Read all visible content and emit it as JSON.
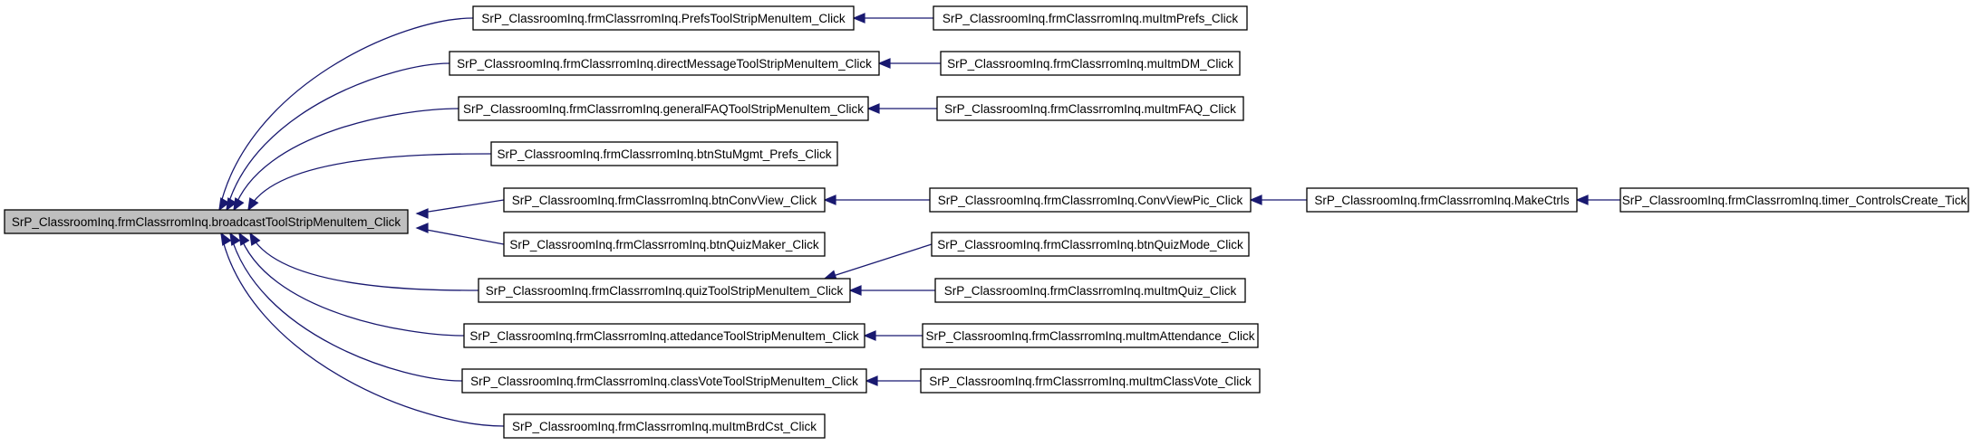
{
  "graph": {
    "nodes": [
      {
        "id": "broadcast",
        "label": "SrP_ClassroomInq.frmClassrromInq.broadcastToolStripMenuItem_Click"
      },
      {
        "id": "prefs",
        "label": "SrP_ClassroomInq.frmClassrromInq.PrefsToolStripMenuItem_Click"
      },
      {
        "id": "directmsg",
        "label": "SrP_ClassroomInq.frmClassrromInq.directMessageToolStripMenuItem_Click"
      },
      {
        "id": "generalfaq",
        "label": "SrP_ClassroomInq.frmClassrromInq.generalFAQToolStripMenuItem_Click"
      },
      {
        "id": "stumgmt",
        "label": "SrP_ClassroomInq.frmClassrromInq.btnStuMgmt_Prefs_Click"
      },
      {
        "id": "convview",
        "label": "SrP_ClassroomInq.frmClassrromInq.btnConvView_Click"
      },
      {
        "id": "quizmaker",
        "label": "SrP_ClassroomInq.frmClassrromInq.btnQuizMaker_Click"
      },
      {
        "id": "quiztsmi",
        "label": "SrP_ClassroomInq.frmClassrromInq.quizToolStripMenuItem_Click"
      },
      {
        "id": "attendance",
        "label": "SrP_ClassroomInq.frmClassrromInq.attedanceToolStripMenuItem_Click"
      },
      {
        "id": "classvote",
        "label": "SrP_ClassroomInq.frmClassrromInq.classVoteToolStripMenuItem_Click"
      },
      {
        "id": "mubrdcst",
        "label": "SrP_ClassroomInq.frmClassrromInq.muItmBrdCst_Click"
      },
      {
        "id": "muprefs",
        "label": "SrP_ClassroomInq.frmClassrromInq.muItmPrefs_Click"
      },
      {
        "id": "mudm",
        "label": "SrP_ClassroomInq.frmClassrromInq.muItmDM_Click"
      },
      {
        "id": "mufaq",
        "label": "SrP_ClassroomInq.frmClassrromInq.muItmFAQ_Click"
      },
      {
        "id": "convviewpic",
        "label": "SrP_ClassroomInq.frmClassrromInq.ConvViewPic_Click"
      },
      {
        "id": "quizmode",
        "label": "SrP_ClassroomInq.frmClassrromInq.btnQuizMode_Click"
      },
      {
        "id": "muquiz",
        "label": "SrP_ClassroomInq.frmClassrromInq.muItmQuiz_Click"
      },
      {
        "id": "muattendance",
        "label": "SrP_ClassroomInq.frmClassrromInq.muItmAttendance_Click"
      },
      {
        "id": "muclassvote",
        "label": "SrP_ClassroomInq.frmClassrromInq.muItmClassVote_Click"
      },
      {
        "id": "makectrls",
        "label": "SrP_ClassroomInq.frmClassrromInq.MakeCtrls"
      },
      {
        "id": "timer",
        "label": "SrP_ClassroomInq.frmClassrromInq.timer_ControlsCreate_Tick"
      }
    ],
    "edges": [
      {
        "from": "prefs",
        "to": "broadcast"
      },
      {
        "from": "directmsg",
        "to": "broadcast"
      },
      {
        "from": "generalfaq",
        "to": "broadcast"
      },
      {
        "from": "stumgmt",
        "to": "broadcast"
      },
      {
        "from": "convview",
        "to": "broadcast"
      },
      {
        "from": "quizmaker",
        "to": "broadcast"
      },
      {
        "from": "quiztsmi",
        "to": "broadcast"
      },
      {
        "from": "attendance",
        "to": "broadcast"
      },
      {
        "from": "classvote",
        "to": "broadcast"
      },
      {
        "from": "mubrdcst",
        "to": "broadcast"
      },
      {
        "from": "muprefs",
        "to": "prefs"
      },
      {
        "from": "mudm",
        "to": "directmsg"
      },
      {
        "from": "mufaq",
        "to": "generalfaq"
      },
      {
        "from": "convviewpic",
        "to": "convview"
      },
      {
        "from": "quizmode",
        "to": "quiztsmi"
      },
      {
        "from": "muquiz",
        "to": "quiztsmi"
      },
      {
        "from": "muattendance",
        "to": "attendance"
      },
      {
        "from": "muclassvote",
        "to": "classvote"
      },
      {
        "from": "makectrls",
        "to": "convviewpic"
      },
      {
        "from": "timer",
        "to": "makectrls"
      }
    ]
  },
  "colors": {
    "edge": "#191970",
    "root_fill": "#bfbfbf",
    "node_fill": "#ffffff",
    "node_border": "#000000"
  }
}
